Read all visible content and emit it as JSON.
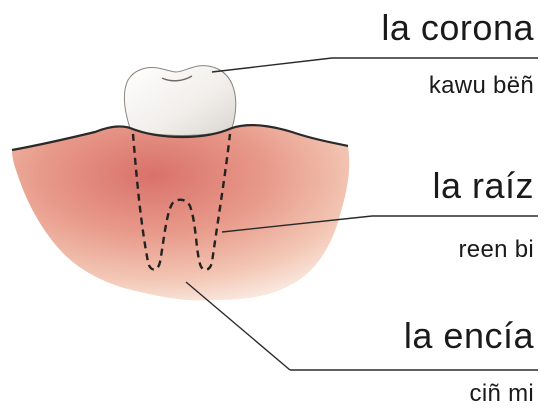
{
  "labels": {
    "crown": {
      "spanish": "la corona",
      "translation": "kawu bëñ"
    },
    "root": {
      "spanish": "la raíz",
      "translation": "reen bi"
    },
    "gum": {
      "spanish": "la encía",
      "translation": "ciñ mi"
    }
  },
  "colors": {
    "gum": "#e59a88",
    "gum_light": "#f6d4c4",
    "tooth": "#f4f1ee",
    "outline": "#2a2a2a"
  }
}
